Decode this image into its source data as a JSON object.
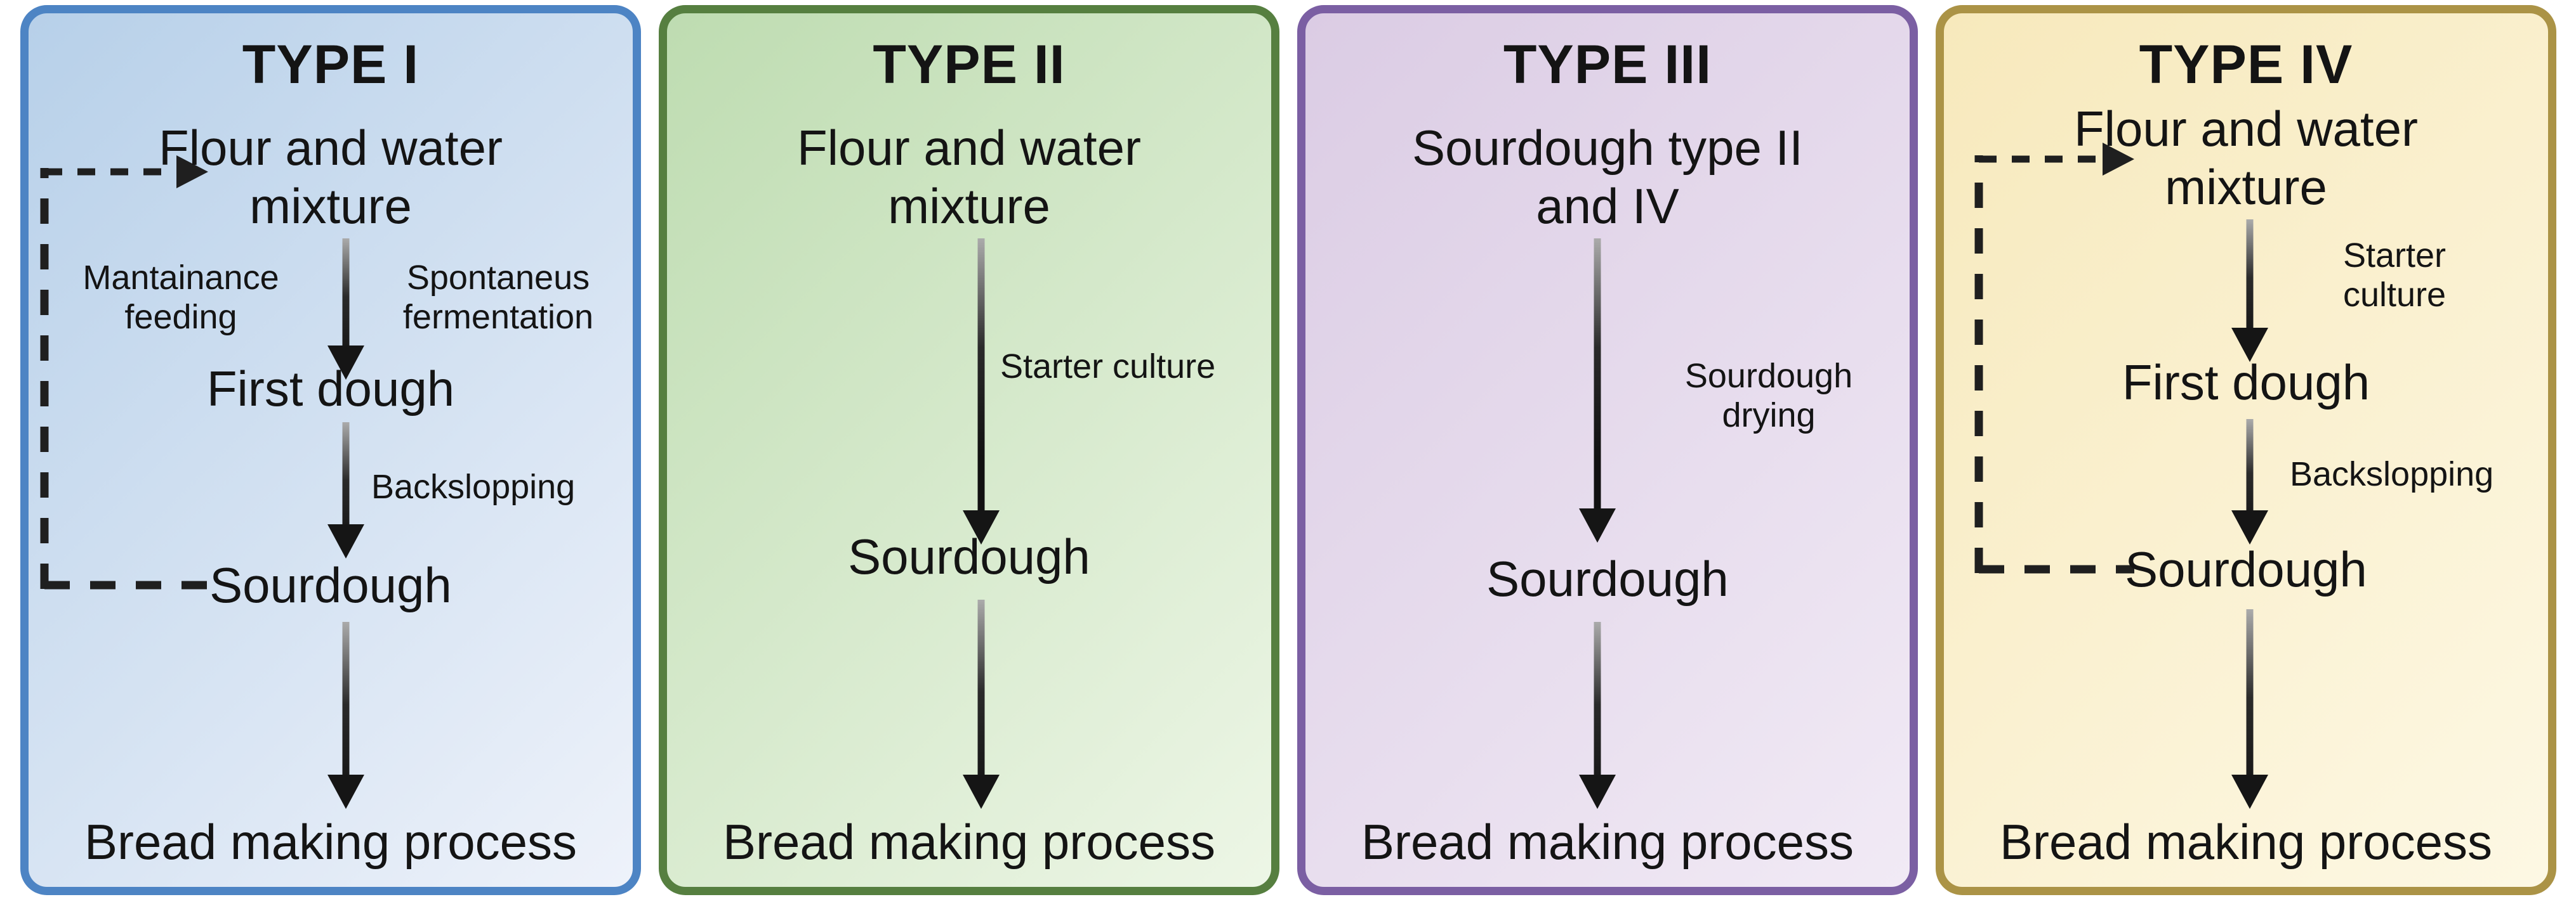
{
  "figure": {
    "background": "#ffffff",
    "arrow_color": "#1f1f1f"
  },
  "panels": [
    {
      "title": "TYPE I",
      "fill_start": "#b7d0e9",
      "fill_end": "#eef2fa",
      "border": "#4d84c4",
      "start_node": {
        "line1": "Flour and water",
        "line2": "mixture"
      },
      "maintenance_label": {
        "line1": "Mantainance",
        "line2": "feeding"
      },
      "fermentation_label": {
        "line1": "Spontaneus",
        "line2": "fermentation"
      },
      "first_dough": "First dough",
      "backslopping_label": "Backslopping",
      "sourdough": "Sourdough",
      "bread": "Bread making process"
    },
    {
      "title": "TYPE II",
      "fill_start": "#bedcb1",
      "fill_end": "#edf6e6",
      "border": "#567f40",
      "start_node": {
        "line1": "Flour and water",
        "line2": "mixture"
      },
      "starter_label": {
        "line1": "Starter culture"
      },
      "sourdough": "Sourdough",
      "bread": "Bread making process"
    },
    {
      "title": "TYPE III",
      "fill_start": "#dbcce4",
      "fill_end": "#f1eaf5",
      "border": "#7b5fa3",
      "start_node": {
        "line1": "Sourdough type II",
        "line2": "and IV"
      },
      "drying_label": {
        "line1": "Sourdough",
        "line2": "drying"
      },
      "sourdough": "Sourdough",
      "bread": "Bread making process"
    },
    {
      "title": "TYPE IV",
      "fill_start": "#f7e9bc",
      "fill_end": "#fdf8e4",
      "border": "#ab9346",
      "start_node": {
        "line1": "Flour and water",
        "line2": "mixture"
      },
      "starter_label": {
        "line1": "Starter",
        "line2": "culture"
      },
      "first_dough": "First dough",
      "backslopping_label": "Backslopping",
      "sourdough": "Sourdough",
      "bread": "Bread making process"
    }
  ]
}
